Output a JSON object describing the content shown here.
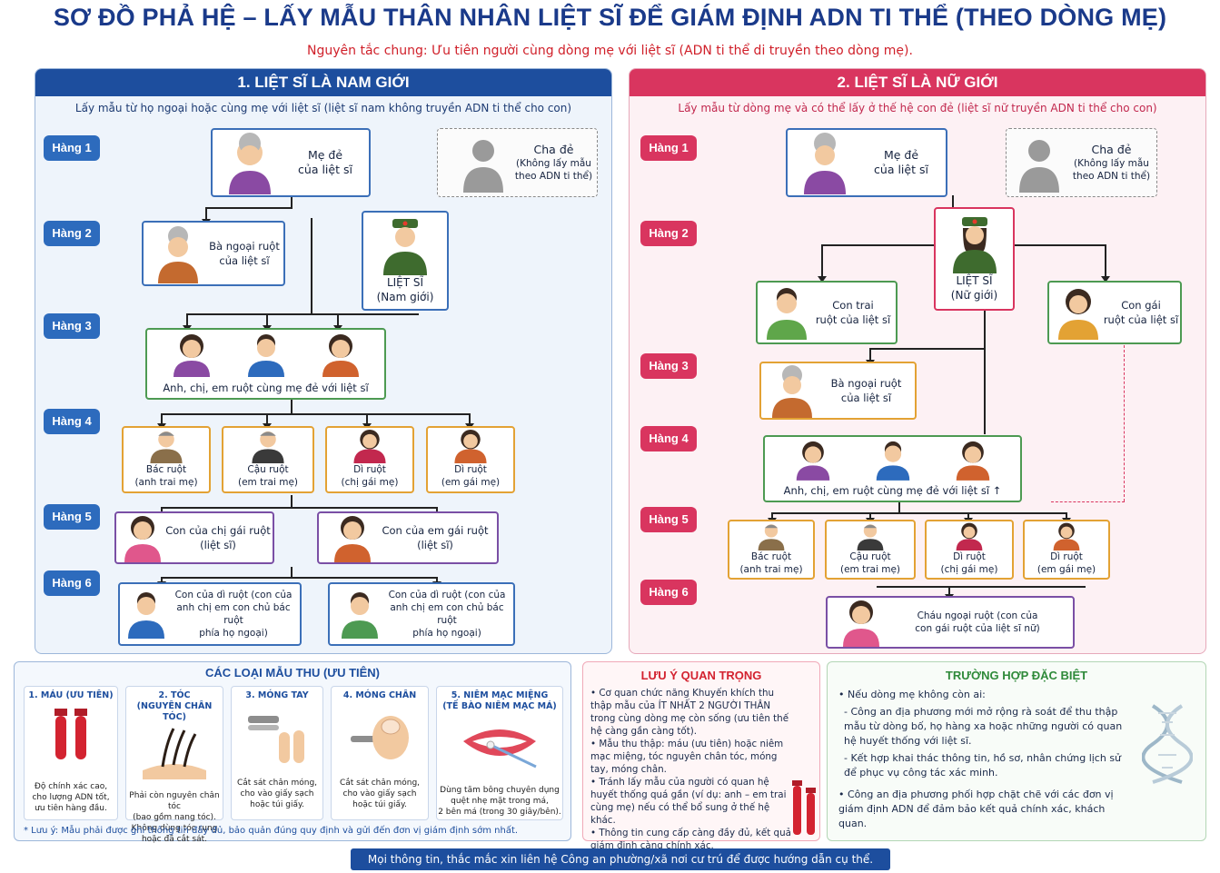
{
  "header": {
    "title": "SƠ ĐỒ PHẢ HỆ – LẤY MẪU THÂN NHÂN LIỆT SĨ ĐỂ GIÁM ĐỊNH ADN TI THỂ (THEO DÒNG MẸ)",
    "subtitle": "Nguyên tắc chung: Ưu tiên người cùng dòng mẹ với liệt sĩ (ADN ti thể di truyền theo dòng mẹ)."
  },
  "left": {
    "heading": "1. LIỆT SĨ LÀ NAM GIỚI",
    "subheading": "Lấy mẫu từ họ ngoại hoặc cùng mẹ với liệt sĩ (liệt sĩ nam không truyền ADN ti thể cho con)",
    "generations": [
      "Hàng 1",
      "Hàng 2",
      "Hàng 3",
      "Hàng 4",
      "Hàng 5",
      "Hàng 6"
    ],
    "mother": "Mẹ đẻ\ncủa liệt sĩ",
    "father": "Cha đẻ",
    "father_note": "(Không lấy mẫu\ntheo ADN ti thể)",
    "grandmother": "Bà ngoại ruột\ncủa liệt sĩ",
    "martyr": "LIỆT SĨ\n(Nam giới)",
    "siblings": "Anh, chị, em ruột cùng mẹ đẻ với liệt sĩ",
    "uncle1": "Bác ruột\n(anh trai mẹ)",
    "uncle2": "Cậu ruột\n(em trai mẹ)",
    "aunt1": "Dì ruột\n(chị gái mẹ)",
    "aunt2": "Dì ruột\n(em gái mẹ)",
    "niece1": "Con của chị gái ruột\n(liệt sĩ)",
    "niece2": "Con của em gái ruột\n(liệt sĩ)",
    "cousin1": "Con của dì ruột (con của\nanh chị em con chủ bác ruột\nphía họ ngoại)",
    "cousin2": "Con của dì ruột (con của\nanh chị em con chủ bác ruột\nphía họ ngoại)"
  },
  "right": {
    "heading": "2. LIỆT SĨ LÀ NỮ GIỚI",
    "subheading": "Lấy mẫu từ dòng mẹ và có thể lấy ở thế hệ con đẻ (liệt sĩ nữ truyền ADN ti thể cho con)",
    "generations": [
      "Hàng 1",
      "Hàng 2",
      "Hàng 3",
      "Hàng 4",
      "Hàng 5",
      "Hàng 6"
    ],
    "mother": "Mẹ đẻ\ncủa liệt sĩ",
    "father": "Cha đẻ",
    "father_note": "(Không lấy mẫu\ntheo ADN ti thể)",
    "martyr": "LIỆT SĨ\n(Nữ giới)",
    "son": "Con trai\nruột của liệt sĩ",
    "daughter": "Con gái\nruột của liệt sĩ",
    "grandmother": "Bà ngoại ruột\ncủa liệt sĩ",
    "siblings": "Anh, chị, em ruột cùng mẹ đẻ với liệt sĩ ↑",
    "uncle1": "Bác ruột\n(anh trai mẹ)",
    "uncle2": "Cậu ruột\n(em trai mẹ)",
    "aunt1": "Dì ruột\n(chị gái mẹ)",
    "aunt2": "Dì ruột\n(em gái mẹ)",
    "grandchild": "Cháu ngoại ruột (con của\ncon gái ruột của liệt sĩ nữ)"
  },
  "samples": {
    "heading": "CÁC LOẠI MẪU THU (ƯU TIÊN)",
    "items": [
      {
        "title": "1. MÁU (ƯU TIÊN)",
        "desc": "Độ chính xác cao,\ncho lượng ADN tốt,\nưu tiên hàng đầu."
      },
      {
        "title": "2. TÓC\n(NGUYÊN CHÂN TÓC)",
        "desc": "Phải còn nguyên chân tóc\n(bao gồm nang tóc).\nKhông dùng tóc rụng\nhoặc đã cắt sát."
      },
      {
        "title": "3. MÓNG TAY",
        "desc": "Cắt sát chân móng,\ncho vào giấy sạch\nhoặc túi giấy."
      },
      {
        "title": "4. MÓNG CHÂN",
        "desc": "Cắt sát chân móng,\ncho vào giấy sạch\nhoặc túi giấy."
      },
      {
        "title": "5. NIÊM MẠC MIỆNG\n(TẾ BÀO NIÊM MẠC MÁ)",
        "desc": "Dùng tăm bông chuyên dụng\nquệt nhẹ mặt trong má,\n2 bên má (trong 30 giây/bên)."
      }
    ],
    "note": "* Lưu ý: Mẫu phải được ghi thông tin đầy đủ, bảo quản đúng quy định và gửi đến đơn vị giám định sớm nhất."
  },
  "important": {
    "heading": "LƯU Ý QUAN TRỌNG",
    "lines": [
      "• Cơ quan chức năng Khuyến khích thu thập mẫu của ÍT NHẤT 2 NGƯỜI THÂN trong cùng dòng mẹ còn sống (ưu tiên thế hệ càng gần càng tốt).",
      "• Mẫu thu thập: máu (ưu tiên) hoặc niêm mạc miệng, tóc nguyên chân tóc, móng tay, móng chân.",
      "• Tránh lấy mẫu của người có quan hệ huyết thống quá gần (ví dụ: anh – em trai cùng mẹ) nếu có thể bổ sung ở thế hệ khác.",
      "• Thông tin cung cấp càng đầy đủ, kết quả giám định càng chính xác."
    ]
  },
  "special": {
    "heading": "TRƯỜNG HỢP ĐẶC BIỆT",
    "lines": [
      "• Nếu dòng mẹ không còn ai:",
      "- Công an địa phương mới mở rộng rà soát để thu thập mẫu từ dòng bố, họ hàng xa hoặc những người có quan hệ huyết thống với liệt sĩ.",
      "- Kết hợp khai thác thông tin, hồ sơ, nhân chứng lịch sử để phục vụ công tác xác minh.",
      "• Công an địa phương phối hợp chặt chẽ với các đơn vị giám định ADN để đảm bảo kết quả chính xác, khách quan."
    ]
  },
  "footer": "Mọi thông tin, thắc mắc xin liên hệ Công an phường/xã nơi cư trú để được hướng dẫn cụ thể.",
  "colors": {
    "blue": "#1d4e9e",
    "pink": "#d9355f",
    "green": "#4d9a52",
    "orange": "#e3a234",
    "purple": "#7a4fa5"
  }
}
